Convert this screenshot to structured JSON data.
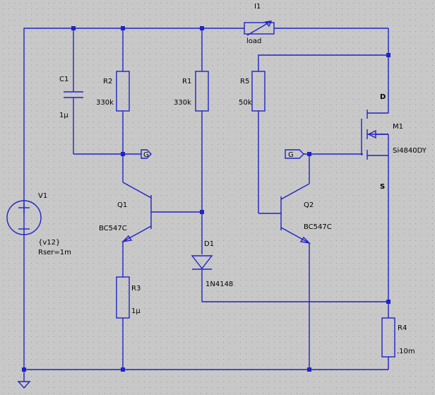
{
  "colors": {
    "background": "#c8c8c8",
    "grid_dot": "#9a9a9a",
    "wire": "#1f23c8",
    "text": "#000000"
  },
  "components": {
    "I1": {
      "name": "I1",
      "value": "load"
    },
    "C1": {
      "name": "C1",
      "value": "1µ"
    },
    "R2": {
      "name": "R2",
      "value": "330k"
    },
    "R1": {
      "name": "R1",
      "value": "330k"
    },
    "R5": {
      "name": "R5",
      "value": "50k"
    },
    "M1": {
      "name": "M1",
      "value": "Si4840DY",
      "drain_label": "D",
      "source_label": "S"
    },
    "V1": {
      "name": "V1",
      "value": "{v12}",
      "param": "Rser=1m"
    },
    "Q1": {
      "name": "Q1",
      "value": "BC547C"
    },
    "Q2": {
      "name": "Q2",
      "value": "BC547C"
    },
    "D1": {
      "name": "D1",
      "value": "1N4148"
    },
    "R3": {
      "name": "R3",
      "value": "1µ"
    },
    "R4": {
      "name": "R4",
      "value": ".10m"
    }
  },
  "net_labels": {
    "g_left": "G",
    "g_right": "G"
  }
}
